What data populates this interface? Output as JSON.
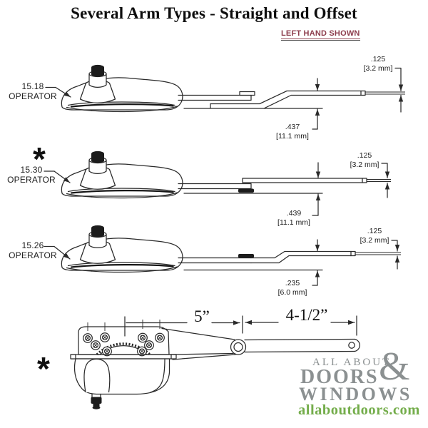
{
  "title": "Several Arm Types - Straight and Offset",
  "handedness_note": "LEFT HAND SHOWN",
  "asterisk": "*",
  "operators": [
    {
      "model": "15.18",
      "label": "OPERATOR",
      "arm_type": "offset",
      "thickness": {
        "in": ".125",
        "mm": "[3.2 mm]"
      },
      "offset": {
        "in": ".437",
        "mm": "[11.1 mm]"
      }
    },
    {
      "model": "15.30",
      "label": "OPERATOR",
      "arm_type": "straight",
      "asterisk_marked": true,
      "thickness": {
        "in": ".125",
        "mm": "[3.2 mm]"
      },
      "offset": {
        "in": ".439",
        "mm": "[11.1 mm]"
      }
    },
    {
      "model": "15.26",
      "label": "OPERATOR",
      "arm_type": "offset",
      "thickness": {
        "in": ".125",
        "mm": "[3.2 mm]"
      },
      "offset": {
        "in": ".235",
        "mm": "[6.0 mm]"
      }
    }
  ],
  "bottom_view": {
    "asterisk_marked": true,
    "arm_length": "5”",
    "link_length": "4-1/2”"
  },
  "logo": {
    "line1": "ALL ABOUT",
    "line2": "DOORS",
    "ampersand": "&",
    "line3": "WINDOWS",
    "website": "allaboutdoors.com"
  },
  "colors": {
    "line": "#2a2a2a",
    "note_red": "#8d3c4c",
    "logo_gray": "#8b9091",
    "logo_green": "#74ad4b"
  }
}
